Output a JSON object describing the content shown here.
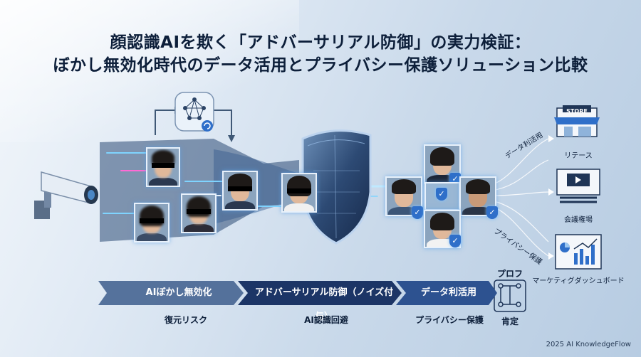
{
  "title": {
    "line1": "顔認識AIを欺く「アドバーサリアル防御」の実力検証：",
    "line2": "ぼかし無効化時代のデータ活用とプライバシー保護ソリューション比較"
  },
  "flow_labels": {
    "data_use_upper": "データ利活用",
    "privacy_lower": "プライバシー保護"
  },
  "destinations": [
    {
      "label": "リテース",
      "sign": "STORE",
      "icon": "store-icon"
    },
    {
      "label": "会議権場",
      "icon": "theater-icon"
    },
    {
      "label": "マーケティグダッシュボード",
      "icon": "dashboard-icon"
    }
  ],
  "stages": [
    {
      "label": "AIぼかし無効化",
      "caption": "復元リスク"
    },
    {
      "label": "アドバーサリアル防御（ノイズ付与）",
      "caption": "AI認識回避"
    },
    {
      "label": "データ利活用",
      "caption": "プライバシー保護"
    }
  ],
  "proof": {
    "title": "プロフ",
    "caption": "肯定",
    "icon": "circuit-icon"
  },
  "footer": "2025 AI KnowledgeFlow",
  "colors": {
    "navy": "#0d1f3a",
    "accent": "#2f6fc9",
    "glow": "#7fd4ff",
    "stage_dark": "#1c3566"
  }
}
